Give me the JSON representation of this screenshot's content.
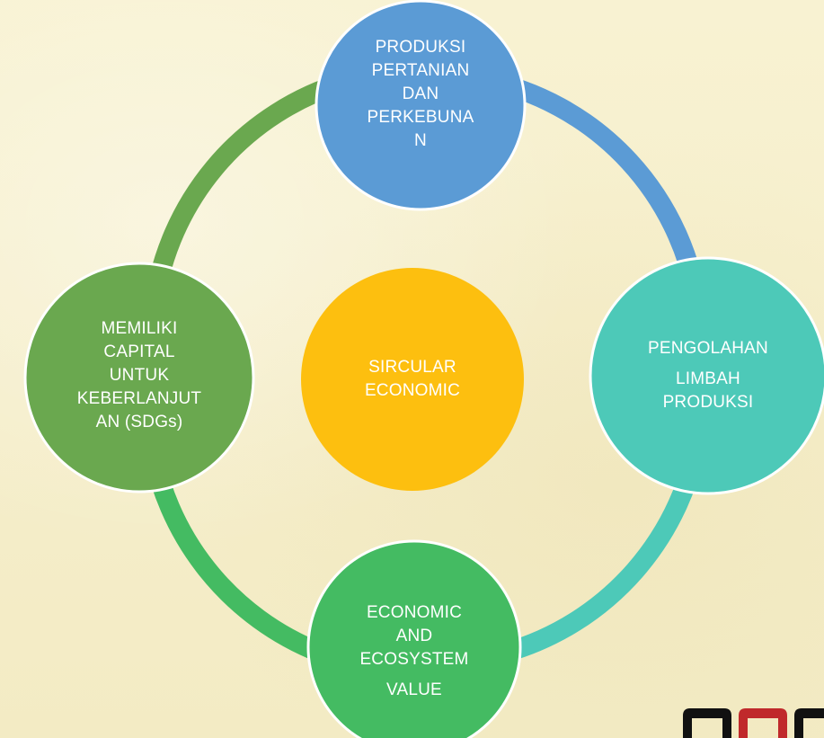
{
  "diagram": {
    "center": {
      "lines": [
        "SIRCULAR",
        "ECONOMIC"
      ],
      "color": "#fdbf0f"
    },
    "nodes": {
      "top": {
        "lines": [
          "PRODUKSI",
          "PERTANIAN",
          "DAN",
          "PERKEBUNA",
          "N"
        ],
        "color": "#5b9bd5"
      },
      "right": {
        "lines": [
          "PENGOLAHAN",
          "LIMBAH",
          "PRODUKSI"
        ],
        "color": "#4dc9b8"
      },
      "bottom": {
        "lines": [
          "ECONOMIC",
          "AND",
          "ECOSYSTEM",
          "VALUE"
        ],
        "color": "#44bb62"
      },
      "left": {
        "lines": [
          "MEMILIKI",
          "CAPITAL",
          "UNTUK",
          "KEBERLANJUT",
          "AN (SDGs)"
        ],
        "color": "#6aa84f"
      }
    },
    "arc_colors": {
      "top_right": "#5b9bd5",
      "right_bottom": "#4dc9b8",
      "bottom_left": "#44bb62",
      "left_top": "#6aa84f"
    },
    "node_text_color": "#ffffff",
    "node_outline_color": "#ffffff",
    "background_color": "#f7f0cc",
    "logo_color": "#c0292b"
  }
}
